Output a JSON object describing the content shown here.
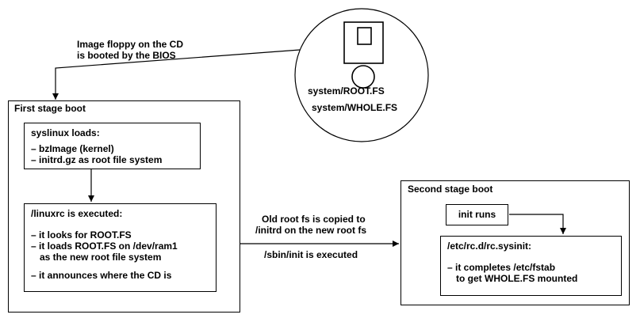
{
  "cd": {
    "root_fs": "system/ROOT.FS",
    "whole_fs": "system/WHOLE.FS"
  },
  "bios_note": {
    "line1": "Image floppy on the CD",
    "line2": "is booted by the BIOS"
  },
  "first_stage": {
    "title": "First stage boot",
    "syslinux_title": "syslinux loads:",
    "syslinux_items": [
      "– bzImage (kernel)",
      "– initrd.gz as root file system"
    ],
    "linuxrc_title": "/linuxrc is executed:",
    "linuxrc_items": [
      "– it looks for ROOT.FS",
      "– it loads ROOT.FS on /dev/ram1",
      "as the new root file system",
      "– it announces where the CD is"
    ]
  },
  "transition": {
    "line1": "Old root fs is copied to",
    "line2": "/initrd on the new root fs",
    "line3": "/sbin/init is executed"
  },
  "second_stage": {
    "title": "Second stage boot",
    "init_box": "init runs",
    "sysinit_title": "/etc/rc.d/rc.sysinit:",
    "sysinit_items": [
      "– it completes /etc/fstab",
      "to get WHOLE.FS mounted"
    ]
  }
}
